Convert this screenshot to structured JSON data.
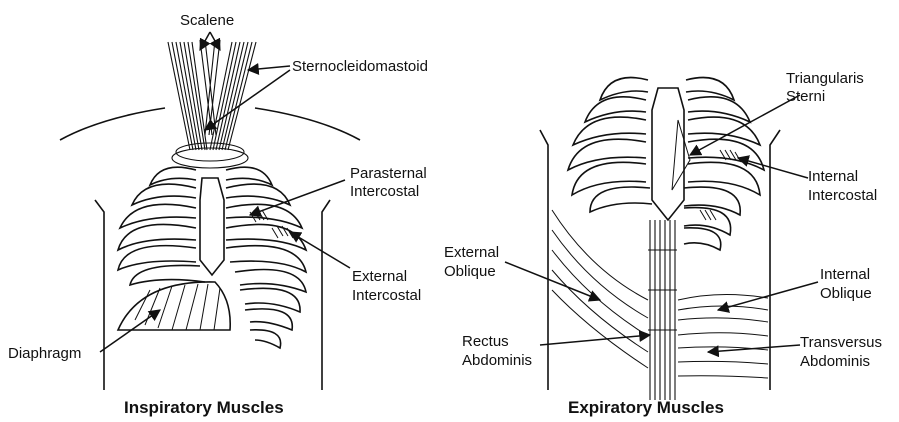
{
  "inspiratory": {
    "title": "Inspiratory Muscles",
    "labels": {
      "scalene": "Scalene",
      "sternocleidomastoid": "Sternocleidomastoid",
      "parasternal_1": "Parasternal",
      "parasternal_2": "Intercostal",
      "external_intercostal_1": "External",
      "external_intercostal_2": "Intercostal",
      "diaphragm": "Diaphragm"
    }
  },
  "expiratory": {
    "title": "Expiratory Muscles",
    "labels": {
      "triangularis_1": "Triangularis",
      "triangularis_2": "Sterni",
      "internal_intercostal_1": "Internal",
      "internal_intercostal_2": "Intercostal",
      "external_oblique_1": "External",
      "external_oblique_2": "Oblique",
      "internal_oblique_1": "Internal",
      "internal_oblique_2": "Oblique",
      "rectus_1": "Rectus",
      "rectus_2": "Abdominis",
      "transversus_1": "Transversus",
      "transversus_2": "Abdominis"
    }
  }
}
